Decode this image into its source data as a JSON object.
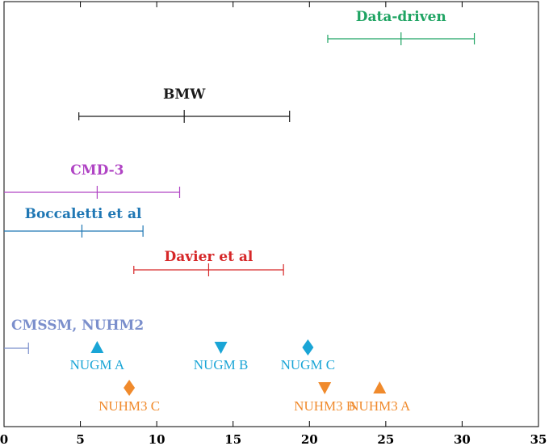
{
  "chart_data": {
    "type": "scatter",
    "title": "",
    "xlabel": "",
    "ylabel": "",
    "xlim": [
      0,
      35
    ],
    "xticks": [
      "0",
      "5",
      "10",
      "15",
      "20",
      "25",
      "30",
      "35"
    ],
    "grid": false,
    "legend": "none",
    "intervals": [
      {
        "label": "Data-driven",
        "color": "#1fa463",
        "central": 26.0,
        "low": 21.2,
        "high": 30.8,
        "lane": 1
      },
      {
        "label": "BMW",
        "color": "#1a1a1a",
        "central": 11.8,
        "low": 4.9,
        "high": 18.7,
        "lane": 2
      },
      {
        "label": "CMD-3",
        "color": "#b044c4",
        "central": 6.1,
        "low": 0.0,
        "high": 11.5,
        "lane": 3
      },
      {
        "label": "Boccaletti et al",
        "color": "#1f77b4",
        "central": 5.1,
        "low": 0.0,
        "high": 9.1,
        "lane": 4
      },
      {
        "label": "Davier et al",
        "color": "#d62728",
        "central": 13.4,
        "low": 8.5,
        "high": 18.3,
        "lane": 5
      },
      {
        "label": "CMSSM, NUHM2",
        "color": "#7b8fcc",
        "central": null,
        "low": 0.0,
        "high": 1.6,
        "lane": 6
      }
    ],
    "points": [
      {
        "label": "NUGM A",
        "color": "#1aa5d6",
        "marker": "triangle-up",
        "x": 6.1,
        "lane": 7
      },
      {
        "label": "NUGM B",
        "color": "#1aa5d6",
        "marker": "triangle-down",
        "x": 14.2,
        "lane": 7
      },
      {
        "label": "NUGM C",
        "color": "#1aa5d6",
        "marker": "diamond",
        "x": 19.9,
        "lane": 7
      },
      {
        "label": "NUHM3 C",
        "color": "#f08a2c",
        "marker": "diamond",
        "x": 8.2,
        "lane": 8
      },
      {
        "label": "NUHM3 B",
        "color": "#f08a2c",
        "marker": "triangle-down",
        "x": 21.0,
        "lane": 8
      },
      {
        "label": "NUHM3 A",
        "color": "#f08a2c",
        "marker": "triangle-up",
        "x": 24.6,
        "lane": 8
      }
    ]
  }
}
